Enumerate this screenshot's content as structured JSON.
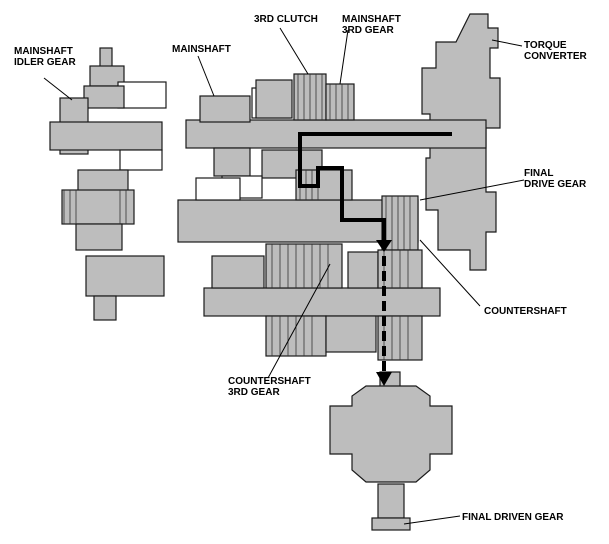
{
  "labels": {
    "mainshaft_idler_gear": [
      "MAINSHAFT",
      "IDLER GEAR"
    ],
    "mainshaft": "MAINSHAFT",
    "third_clutch": "3RD CLUTCH",
    "mainshaft_3rd_gear": [
      "MAINSHAFT",
      "3RD GEAR"
    ],
    "torque_converter": [
      "TORQUE",
      "CONVERTER"
    ],
    "final_drive_gear": [
      "FINAL",
      "DRIVE GEAR"
    ],
    "countershaft": "COUNTERSHAFT",
    "countershaft_3rd_gear": [
      "COUNTERSHAFT",
      "3RD GEAR"
    ],
    "final_driven_gear": "FINAL DRIVEN GEAR"
  },
  "colors": {
    "part_fill": "#bdbdbd",
    "outline": "#1a1a1a",
    "power_flow": "#000000"
  }
}
